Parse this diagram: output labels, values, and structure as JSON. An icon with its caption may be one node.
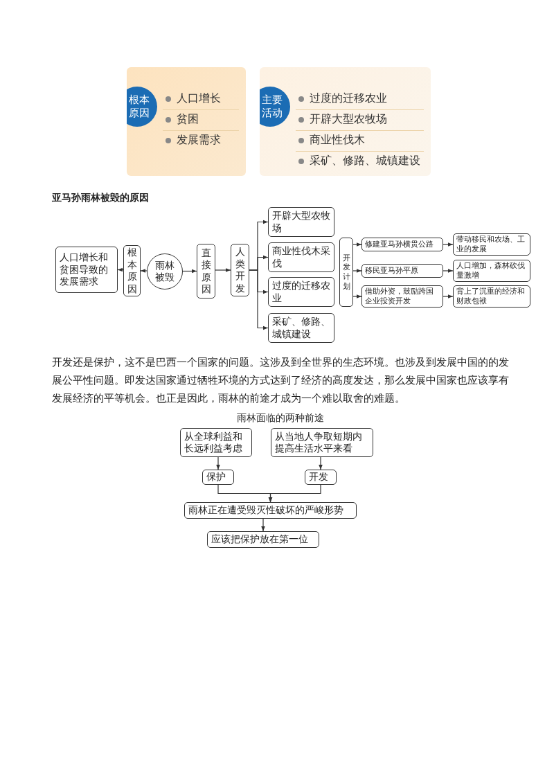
{
  "diagram": {
    "nodes": [
      {
        "text": [
          "根本原因",
          "人口增长",
          "贫困",
          "发展需求"
        ]
      },
      {
        "text": [
          "主要活动",
          "过度的迁移农业",
          "开辟大型农牧场",
          "商业性伐木",
          "采矿、修路、城镇建设"
        ]
      },
      {
        "text": [
          "人口增长和贫困导致的发展需求"
        ]
      },
      {
        "text": [
          "根本原因"
        ]
      },
      {
        "text": [
          "雨林被毁"
        ]
      },
      {
        "text": [
          "直接原因"
        ]
      },
      {
        "text": [
          "人类开发"
        ]
      },
      {
        "text": [
          "开辟大型农牧场"
        ]
      },
      {
        "text": [
          "商业性伐木采伐"
        ]
      },
      {
        "text": [
          "过度的迁移农业"
        ]
      },
      {
        "text": [
          "采矿、修路、城镇建设"
        ]
      },
      {
        "text": [
          "开发计划"
        ]
      },
      {
        "text": [
          "修建亚马孙横贯公路"
        ]
      },
      {
        "text": [
          "带动移民和农场、工业的发展"
        ]
      },
      {
        "text": [
          "移民亚马孙平原"
        ]
      },
      {
        "text": [
          "人口增加，森林砍伐量激增"
        ]
      },
      {
        "text": [
          "借助外资，鼓励跨国企业投资开发"
        ]
      },
      {
        "text": [
          "背上了沉重的经济和财政包袱"
        ]
      },
      {
        "text": [
          "从全球利益和长远利益考虑"
        ]
      },
      {
        "text": [
          "从当地人争取短期内提高生活水平来看"
        ]
      },
      {
        "text": [
          "保护"
        ]
      },
      {
        "text": [
          "开发"
        ]
      },
      {
        "text": [
          "雨林正在遭受毁灭性破坏的严峻形势"
        ]
      },
      {
        "text": [
          "应该把保护放在第一位"
        ]
      }
    ],
    "edges": [
      {
        "from": 4,
        "to": 3,
        "arrow": "to"
      },
      {
        "from": 3,
        "to": 2,
        "arrow": "to"
      },
      {
        "from": 4,
        "to": 5,
        "arrow": "to"
      },
      {
        "from": 5,
        "to": 6,
        "arrow": "to"
      },
      {
        "from": 6,
        "to": 7,
        "arrow": "to"
      },
      {
        "from": 6,
        "to": 8,
        "arrow": "to"
      },
      {
        "from": 6,
        "to": 9,
        "arrow": "to"
      },
      {
        "from": 6,
        "to": 10,
        "arrow": "to"
      },
      {
        "from": 11,
        "to": 12,
        "arrow": "to"
      },
      {
        "from": 11,
        "to": 14,
        "arrow": "to"
      },
      {
        "from": 11,
        "to": 16,
        "arrow": "to"
      },
      {
        "from": 12,
        "to": 13,
        "arrow": "to"
      },
      {
        "from": 14,
        "to": 15,
        "arrow": "to"
      },
      {
        "from": 16,
        "to": 17,
        "arrow": "to"
      },
      {
        "from": 18,
        "to": 20,
        "arrow": "to"
      },
      {
        "from": 19,
        "to": 21,
        "arrow": "to"
      },
      {
        "from": 20,
        "to": 22,
        "arrow": "to"
      },
      {
        "from": 21,
        "to": 22,
        "arrow": "to"
      },
      {
        "from": 22,
        "to": 23,
        "arrow": "to"
      }
    ],
    "labels": [
      "亚马孙雨林被毁的原因",
      "开发还是保护，这不是巴西一个国家的问题。这涉及到全世界的生态环境。也涉及到发展中国的的发展公平性问题。即发达国家通过牺牲环境的方式达到了经济的高度发达，那么发展中国家也应该享有发展经济的平等机会。也正是因此，雨林的前途才成为一个难以取舍的难题。",
      "雨林面临的两种前途"
    ]
  }
}
